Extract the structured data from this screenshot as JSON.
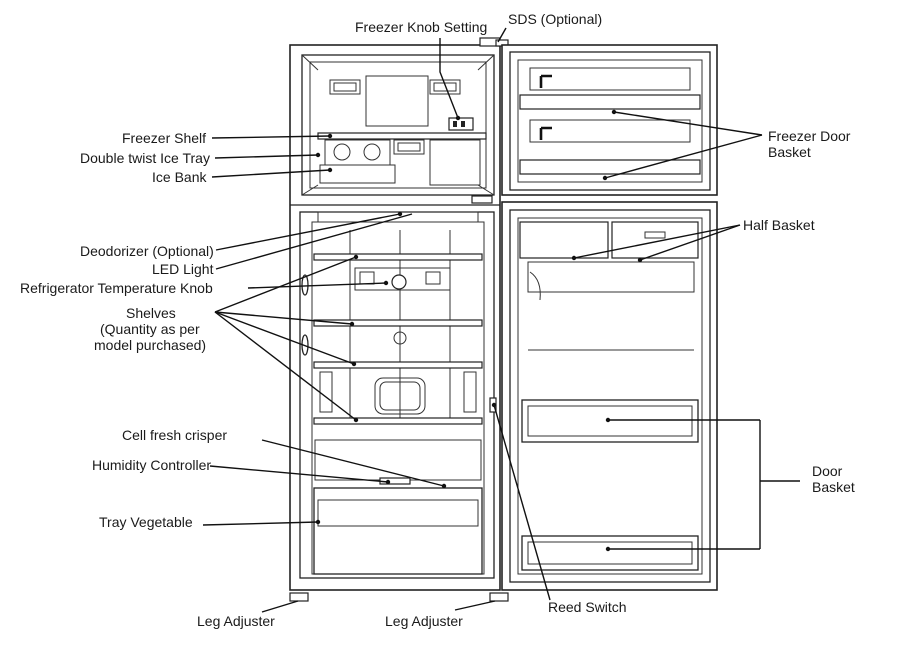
{
  "labels": {
    "freezer_knob_setting": "Freezer Knob Setting",
    "sds_optional": "SDS (Optional)",
    "freezer_shelf": "Freezer Shelf",
    "double_twist_ice_tray": "Double twist  Ice Tray",
    "ice_bank": "Ice Bank",
    "freezer_door_basket_line1": "Freezer Door",
    "freezer_door_basket_line2": "Basket",
    "half_basket": "Half Basket",
    "deodorizer_optional": "Deodorizer (Optional)",
    "led_light": "LED Light",
    "refrigerator_temperature_knob": "Refrigerator Temperature Knob",
    "shelves_line1": "Shelves",
    "shelves_line2": "(Quantity as per",
    "shelves_line3": "model purchased)",
    "cell_fresh_crisper": "Cell fresh crisper",
    "humidity_controller": "Humidity Controller",
    "tray_vegetable": "Tray Vegetable",
    "door_basket_line1": "Door",
    "door_basket_line2": "Basket",
    "leg_adjuster_left": "Leg Adjuster",
    "leg_adjuster_right": "Leg Adjuster",
    "reed_switch": "Reed Switch"
  },
  "colors": {
    "line": "#111111",
    "text": "#1a1a1a",
    "background": "#ffffff"
  }
}
